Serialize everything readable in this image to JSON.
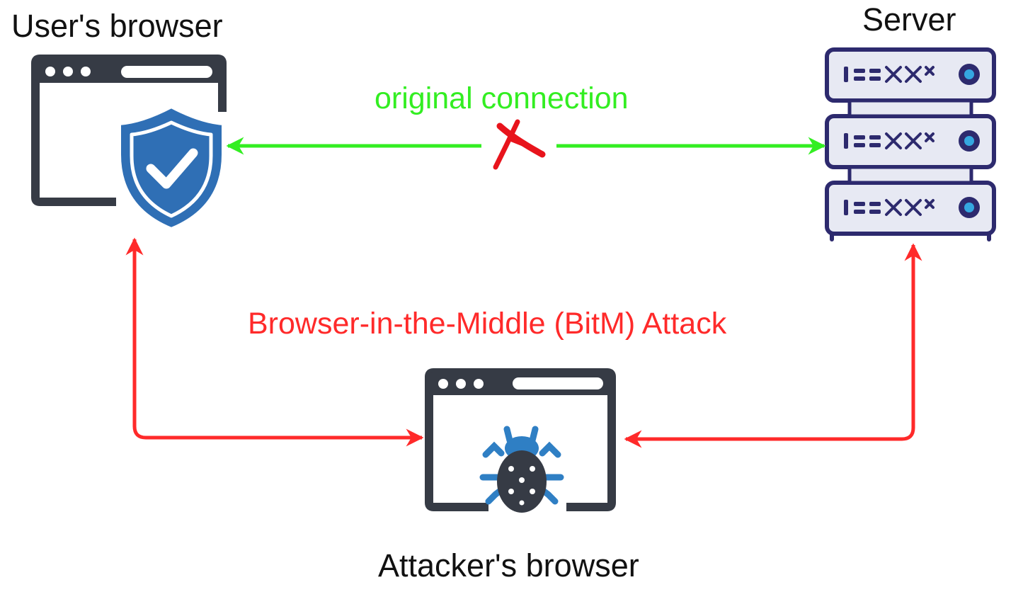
{
  "nodes": {
    "user_browser": {
      "label": "User's browser",
      "icon": "browser-window-with-shield-check-icon"
    },
    "server": {
      "label": "Server",
      "icon": "server-rack-icon"
    },
    "attacker_browser": {
      "label": "Attacker's browser",
      "icon": "browser-window-with-bug-icon"
    }
  },
  "edges": {
    "original": {
      "label": "original connection",
      "color": "#33ee22",
      "direction": "bidirectional",
      "status": "broken",
      "status_icon": "red-x-icon"
    },
    "attack": {
      "label": "Browser-in-the-Middle (BitM) Attack",
      "color": "#ff2a2a",
      "direction": "bidirectional, via attacker's browser"
    }
  },
  "colors": {
    "icon_dark": "#363b45",
    "shield_blue": "#2f6fb5",
    "server_navy": "#2d2a6e",
    "server_fill": "#e7e9f3",
    "bug_blue": "#2f7fc4"
  }
}
